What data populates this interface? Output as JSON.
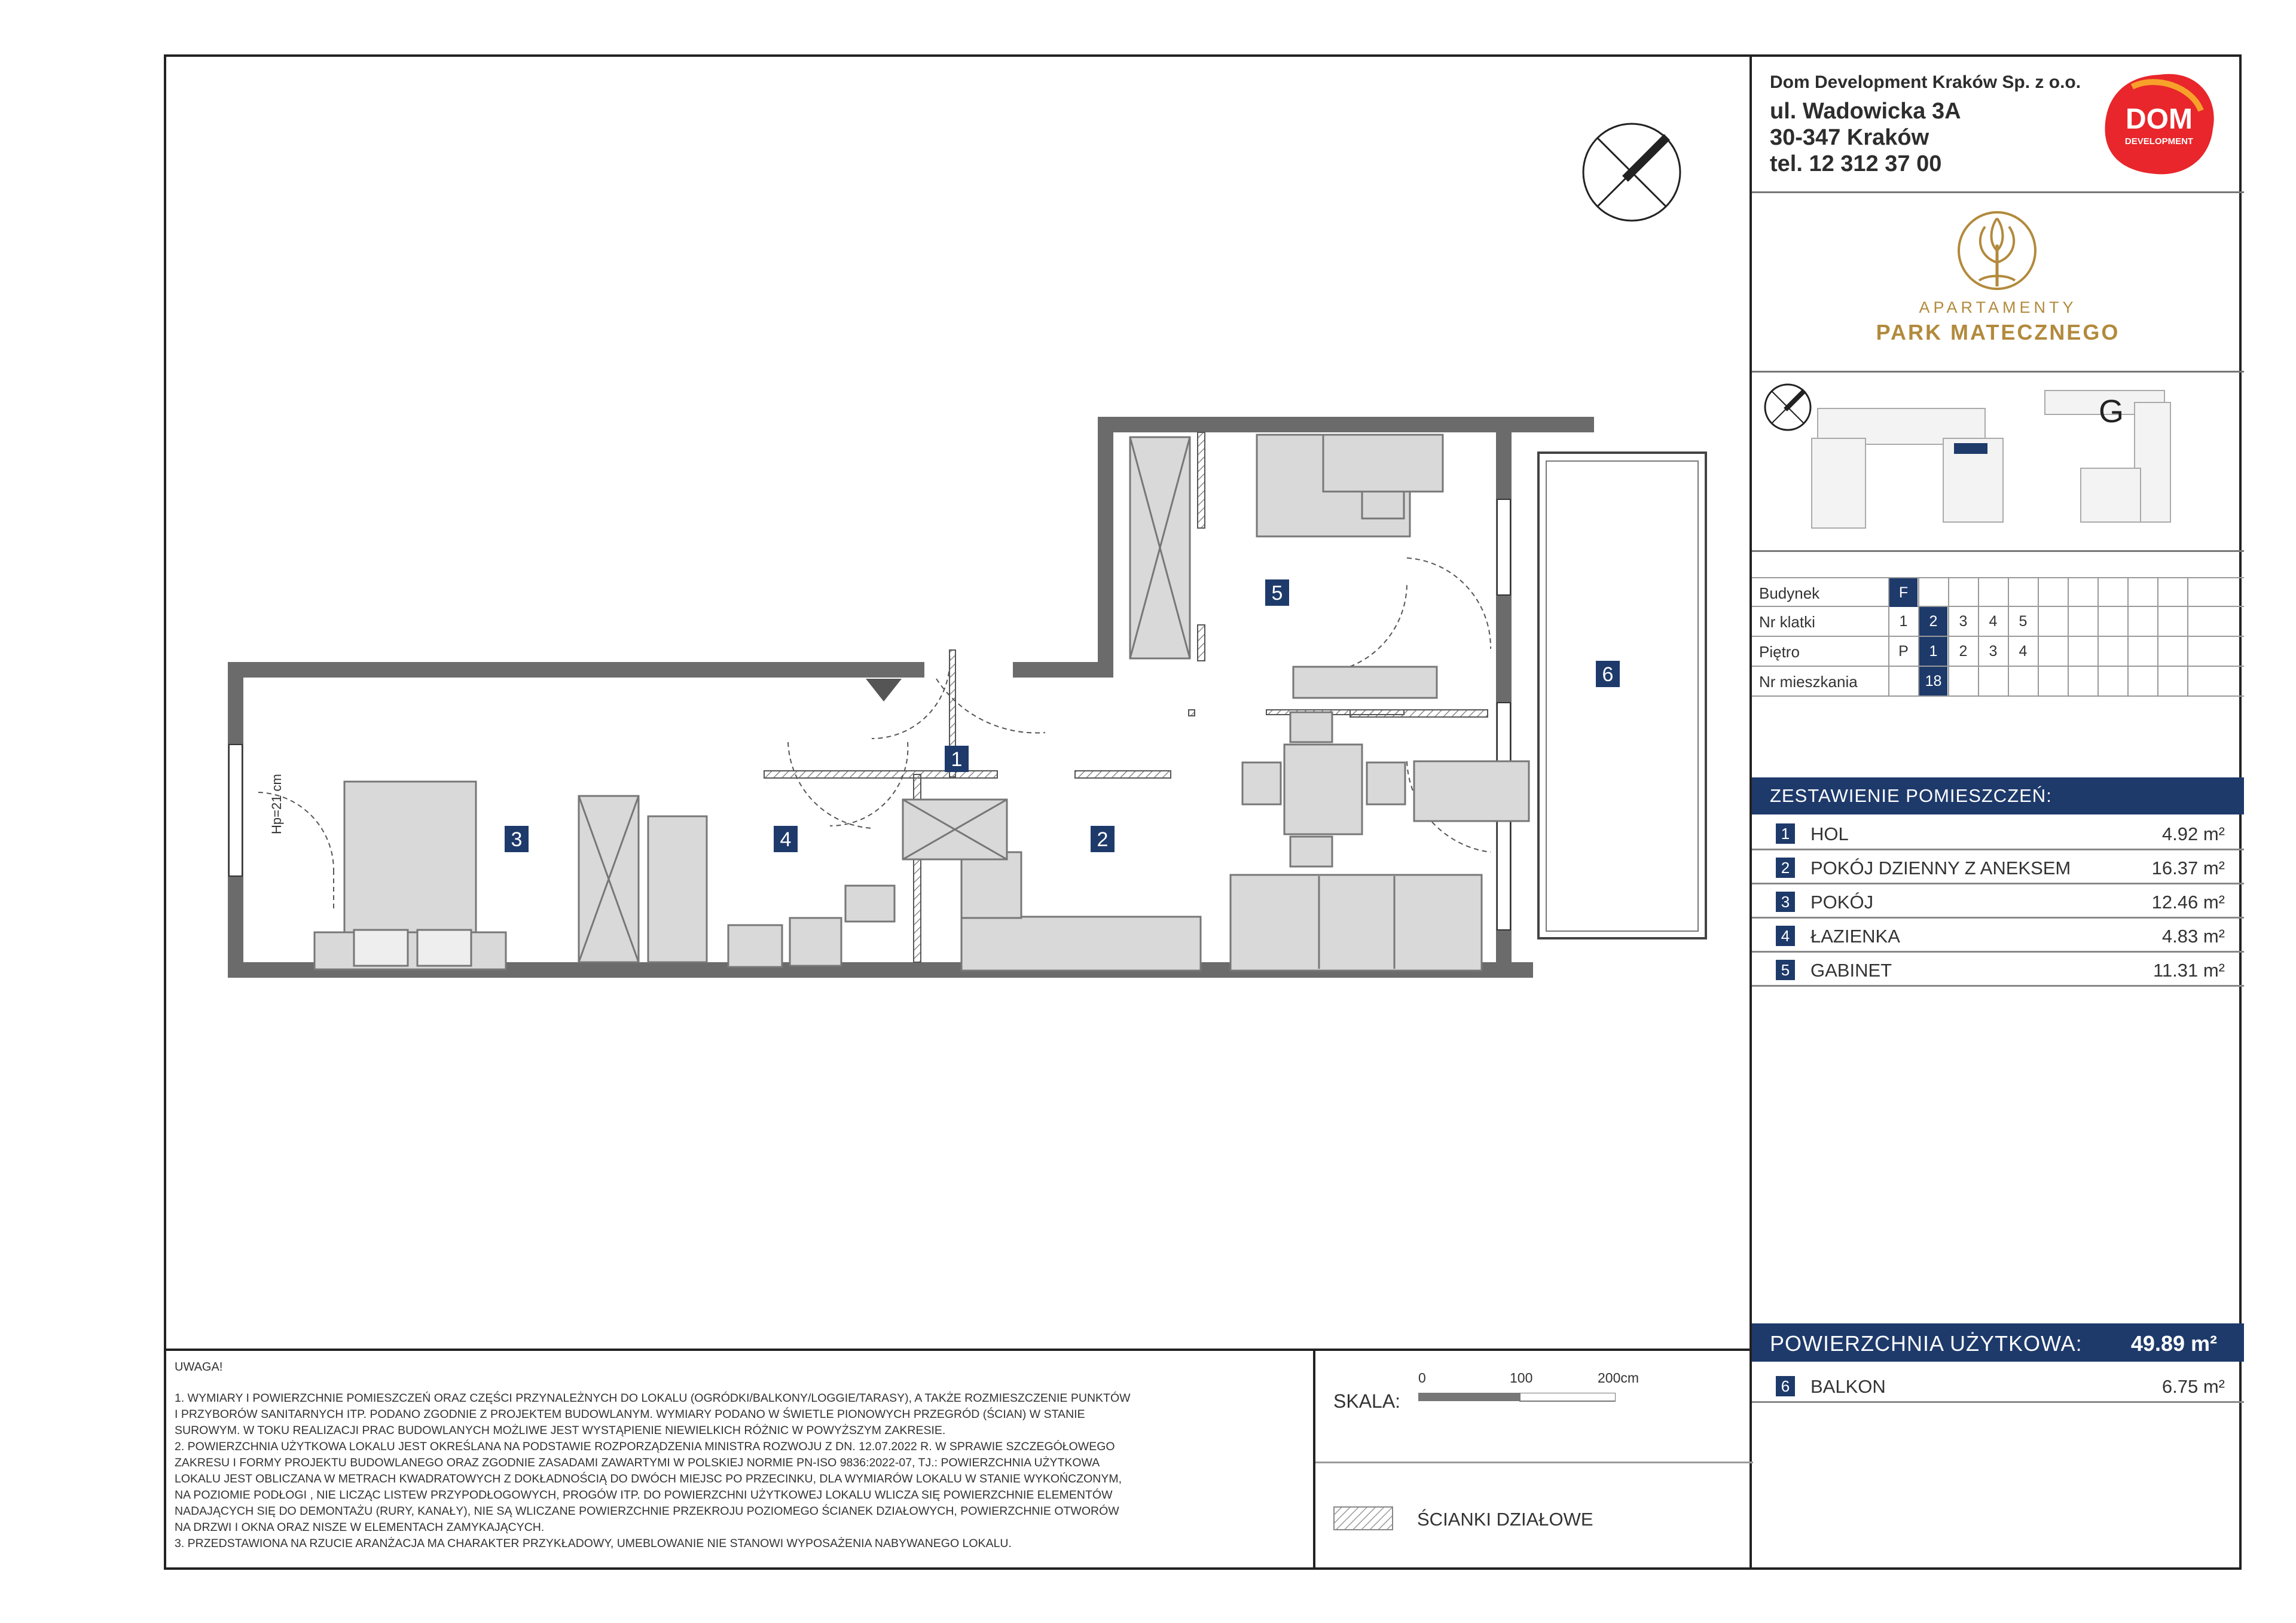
{
  "company": {
    "name": "Dom Development Kraków Sp. z o.o.",
    "street": "ul. Wadowicka 3A",
    "city": "30-347 Kraków",
    "phone": "tel. 12 312 37 00",
    "logo_text_1": "DOM",
    "logo_text_2": "DEVELOPMENT",
    "logo_color": "#e8262b"
  },
  "brand": {
    "line1": "APARTAMENTY",
    "line2": "PARK MATECZNEGO",
    "color": "#b28a3c"
  },
  "keyplan": {
    "building_letter": "G"
  },
  "info": {
    "rows": [
      {
        "label": "Budynek",
        "cells": [
          "F"
        ],
        "selected": 0
      },
      {
        "label": "Nr klatki",
        "cells": [
          "1",
          "2",
          "3",
          "4",
          "5"
        ],
        "selected": 1
      },
      {
        "label": "Piętro",
        "cells": [
          "P",
          "1",
          "2",
          "3",
          "4"
        ],
        "selected": 1
      },
      {
        "label": "Nr mieszkania",
        "cells": [
          "",
          "18"
        ],
        "selected": 1
      }
    ]
  },
  "rooms": {
    "header": "ZESTAWIENIE POMIESZCZEŃ:",
    "items": [
      {
        "num": "1",
        "name": "HOL",
        "area": "4.92 m²"
      },
      {
        "num": "2",
        "name": "POKÓJ DZIENNY Z ANEKSEM",
        "area": "16.37 m²"
      },
      {
        "num": "3",
        "name": "POKÓJ",
        "area": "12.46 m²"
      },
      {
        "num": "4",
        "name": "ŁAZIENKA",
        "area": "4.83 m²"
      },
      {
        "num": "5",
        "name": "GABINET",
        "area": "11.31 m²"
      }
    ],
    "total_label": "POWIERZCHNIA UŻYTKOWA:",
    "total_value": "49.89 m²",
    "extra": {
      "num": "6",
      "name": "BALKON",
      "area": "6.75 m²"
    },
    "accent_color": "#1e3a6b"
  },
  "plan": {
    "room_labels": [
      "1",
      "2",
      "3",
      "4",
      "5",
      "6"
    ],
    "height_note": "Hp=21 cm"
  },
  "notes": {
    "title": "UWAGA!",
    "lines": [
      "1. WYMIARY I POWIERZCHNIE POMIESZCZEŃ ORAZ CZĘŚCI PRZYNALEŻNYCH DO LOKALU (OGRÓDKI/BALKONY/LOGGIE/TARASY), A TAKŻE ROZMIESZCZENIE PUNKTÓW",
      "I PRZYBORÓW SANITARNYCH ITP. PODANO ZGODNIE Z PROJEKTEM BUDOWLANYM. WYMIARY PODANO W ŚWIETLE PIONOWYCH PRZEGRÓD (ŚCIAN) W STANIE",
      "SUROWYM. W TOKU REALIZACJI PRAC BUDOWLANYCH MOŻLIWE JEST WYSTĄPIENIE NIEWIELKICH RÓŻNIC W POWYŻSZYM ZAKRESIE.",
      "2. POWIERZCHNIA UŻYTKOWA LOKALU JEST OKREŚLANA NA PODSTAWIE ROZPORZĄDZENIA MINISTRA ROZWOJU Z DN. 12.07.2022 R. W SPRAWIE SZCZEGÓŁOWEGO",
      "ZAKRESU I FORMY PROJEKTU BUDOWLANEGO ORAZ ZGODNIE ZASADAMI ZAWARTYMI W POLSKIEJ NORMIE PN-ISO 9836:2022-07, TJ.: POWIERZCHNIA UŻYTKOWA",
      "LOKALU JEST OBLICZANA W METRACH KWADRATOWYCH Z DOKŁADNOŚCIĄ DO DWÓCH MIEJSC PO PRZECINKU, DLA WYMIARÓW LOKALU W STANIE WYKOŃCZONYM,",
      "NA POZIOMIE PODŁOGI , NIE LICZĄC LISTEW PRZYPODŁOGOWYCH, PROGÓW ITP. DO POWIERZCHNI UŻYTKOWEJ LOKALU WLICZA SIĘ POWIERZCHNIE ELEMENTÓW",
      "NADAJĄCYCH SIĘ DO DEMONTAŻU (RURY, KANAŁY), NIE SĄ WLICZANE POWIERZCHNIE PRZEKROJU POZIOMEGO ŚCIANEK DZIAŁOWYCH, POWIERZCHNIE OTWORÓW",
      "NA DRZWI I OKNA ORAZ NISZE W ELEMENTACH ZAMYKAJĄCYCH.",
      "3. PRZEDSTAWIONA NA RZUCIE ARANŻACJA MA CHARAKTER PRZYKŁADOWY, UMEBLOWANIE NIE STANOWI WYPOSAŻENIA NABYWANEGO LOKALU."
    ]
  },
  "scale": {
    "label": "SKALA:",
    "ticks": [
      "0",
      "100",
      "200cm"
    ]
  },
  "legend": {
    "label": "ŚCIANKI DZIAŁOWE"
  }
}
